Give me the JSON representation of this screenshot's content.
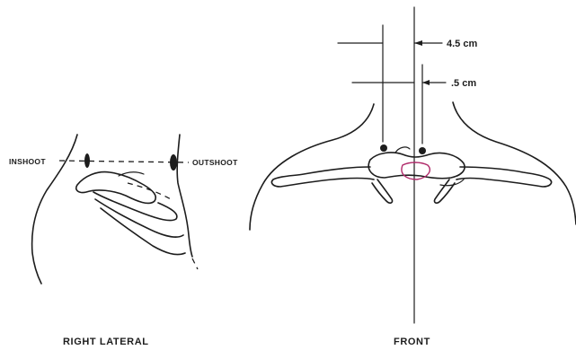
{
  "labels": {
    "inshoot": "INSHOOT",
    "outshoot": "OUTSHOOT",
    "measure_outer": "4.5 cm",
    "measure_inner": ".5 cm",
    "caption_left": "RIGHT LATERAL",
    "caption_right": "FRONT"
  },
  "colors": {
    "ink": "#1d1d1d",
    "accent": "#b02a6a"
  }
}
